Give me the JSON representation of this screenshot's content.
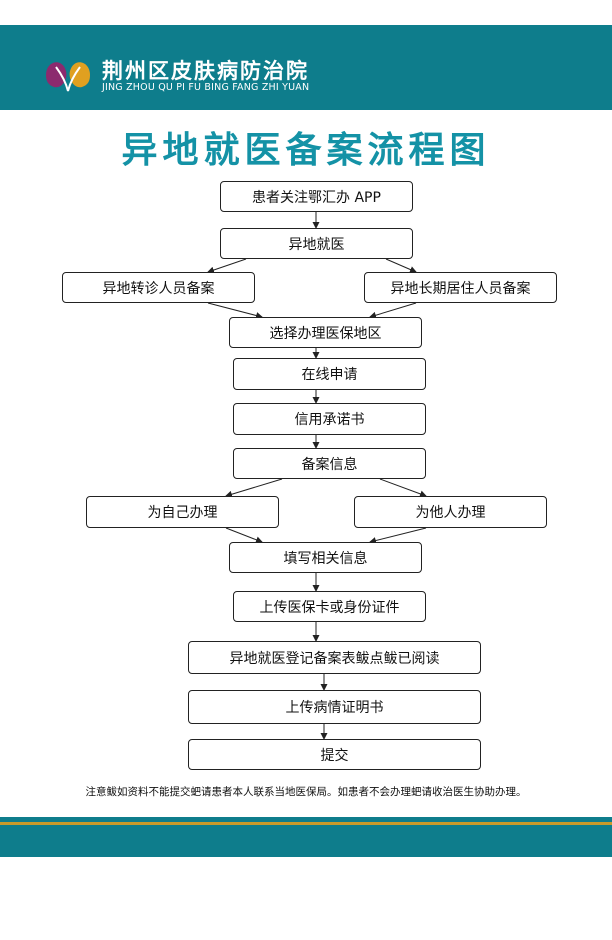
{
  "header": {
    "hospital_name": "荆州区皮肤病防治院",
    "hospital_pinyin": "JING ZHOU QU PI FU BING FANG ZHI YUAN"
  },
  "title": "异地就医备案流程图",
  "colors": {
    "header_teal": "#0e7d8c",
    "title_teal": "#1492a6",
    "accent_gold": "#c79a2b"
  },
  "flowchart": {
    "nodes": {
      "follow_app": "患者关注鄂汇办 APP",
      "remote_care": "异地就医",
      "referral_filing": "异地转诊人员备案",
      "long_term_filing": "异地长期居住人员备案",
      "select_region": "选择办理医保地区",
      "apply_online": "在线申请",
      "credit_letter": "信用承诺书",
      "filing_info": "备案信息",
      "self_handle": "为自己办理",
      "handle_for_others": "为他人办理",
      "fill_info": "填写相关信息",
      "upload_id": "上传医保卡或身份证件",
      "read_form": "异地就医登记备案表鲅点鲅已阅读",
      "upload_proof": "上传病情证明书",
      "submit": "提交"
    }
  },
  "note": "注意鲅如资料不能提交蚆请患者本人联系当地医保局。如患者不会办理蚆请收治医生协助办理。"
}
